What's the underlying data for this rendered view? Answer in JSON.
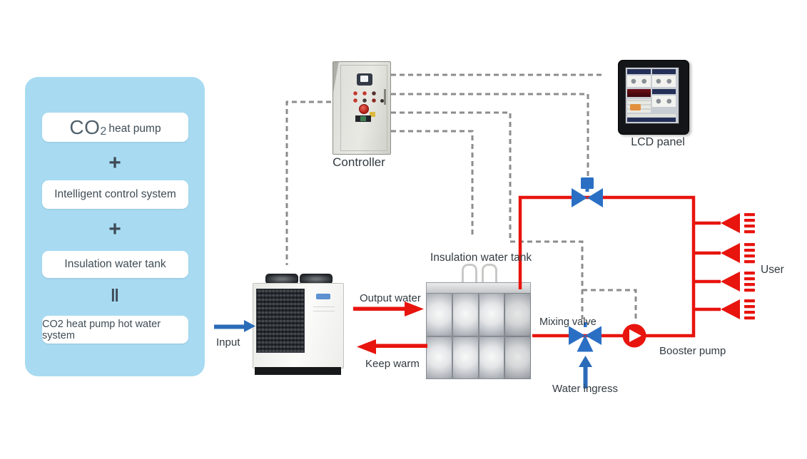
{
  "summary_panel": {
    "co2_main": "CO",
    "co2_sub": "2",
    "co2_rest": "heat pump",
    "plus1": "+",
    "item2": "Intelligent control system",
    "plus2": "+",
    "item3": "Insulation water tank",
    "equals": "‖",
    "result": "CO2 heat pump hot water system"
  },
  "labels": {
    "controller": "Controller",
    "lcd_panel": "LCD panel",
    "insulation_tank": "Insulation water tank",
    "output_water": "Output water",
    "keep_warm": "Keep warm",
    "input": "Input",
    "mixing_valve": "Mixing valve",
    "water_ingress": "Water ingress",
    "booster_pump": "Booster pump",
    "user": "User"
  },
  "icons": {
    "motorized_valve": "blue bowtie valve with square actuator on supply pipe",
    "mixing_valve": "blue three-way mixing valve",
    "booster_pump": "red circle with white right-pointing triangle",
    "user_outlet": "red left-apex nozzle triangle with four spray dashes",
    "input_arrow": "blue right arrow",
    "water_ingress_arrow": "blue up arrow",
    "output_water_arrow": "red right arrow",
    "keep_warm_arrow": "red left arrow"
  },
  "colors": {
    "summary_panel_bg": "#a8dbf2",
    "pipe_red": "#e8140e",
    "flow_blue": "#2b6cb8",
    "valve_blue": "#2a6fc4",
    "control_line_gray": "#8c8c8c",
    "text_dark": "#3d4a54"
  }
}
